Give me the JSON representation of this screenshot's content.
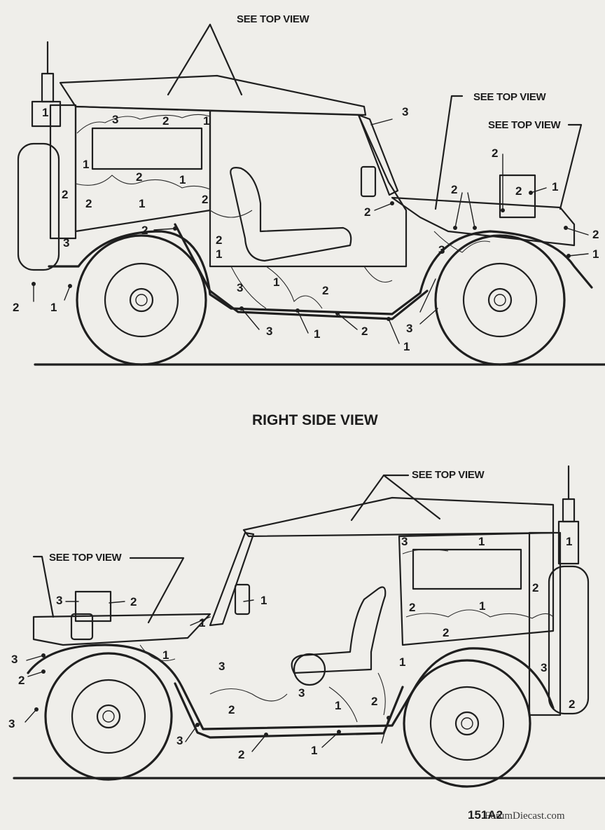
{
  "views": {
    "upper": {
      "callouts": [
        "SEE TOP VIEW",
        "SEE TOP VIEW",
        "SEE TOP VIEW"
      ],
      "numbers": [
        "1",
        "3",
        "2",
        "1",
        "1",
        "2",
        "1",
        "2",
        "2",
        "1",
        "2",
        "2",
        "2",
        "1",
        "2",
        "3",
        "1",
        "3",
        "2",
        "3",
        "1",
        "2",
        "1",
        "3",
        "3",
        "2",
        "1",
        "2",
        "2",
        "2",
        "1",
        "2",
        "1"
      ]
    },
    "title": "RIGHT SIDE VIEW",
    "lower": {
      "callouts": [
        "SEE TOP VIEW",
        "SEE TOP VIEW"
      ],
      "numbers": [
        "3",
        "1",
        "1",
        "2",
        "1",
        "2",
        "1",
        "3",
        "2",
        "3",
        "2",
        "3",
        "1",
        "2",
        "1",
        "2",
        "2",
        "1",
        "3",
        "1",
        "2",
        "3",
        "3",
        "2",
        "1"
      ]
    }
  },
  "footer": {
    "code": "151A2",
    "watermark": "ForumDiecast.com"
  }
}
